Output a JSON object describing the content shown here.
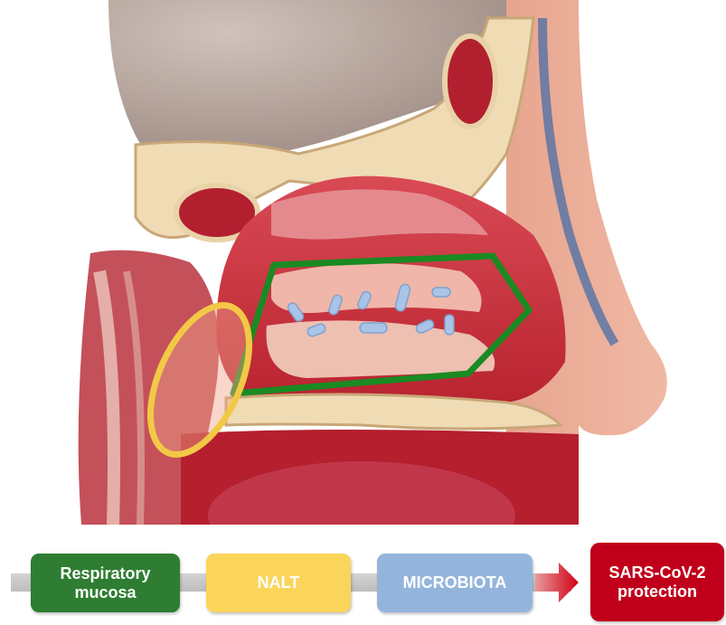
{
  "flow": {
    "step1": "Respiratory mucosa",
    "step2": "NALT",
    "step3": "MICROBIOTA",
    "step4": "SARS-CoV-2 protection"
  },
  "colors": {
    "mucosa": "#2e7d32",
    "nalt": "#fbd55a",
    "microbiota": "#93b5dc",
    "protection": "#c0001a"
  },
  "illustration": "nasal-cavity-sagittal-section"
}
